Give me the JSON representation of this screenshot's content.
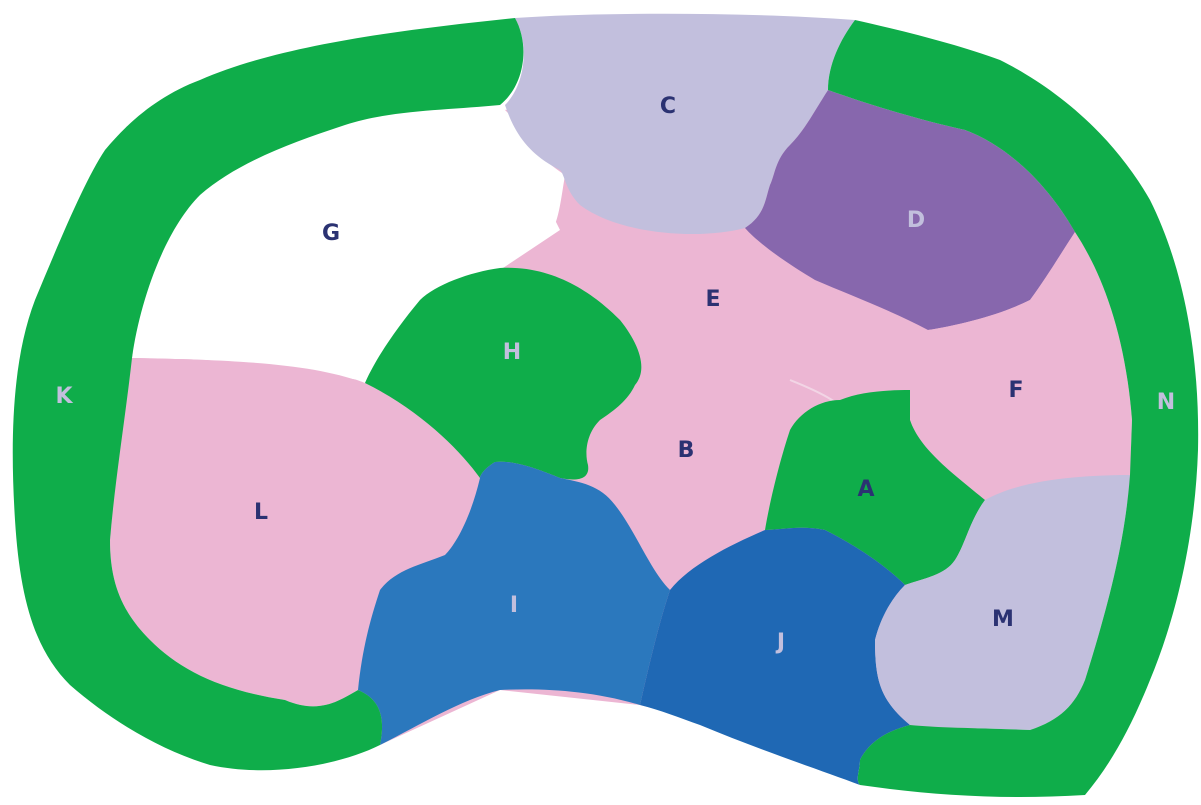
{
  "colors": {
    "green": "#0fad4a",
    "pink": "#ecb6d3",
    "lavender": "#c2bfdd",
    "purple": "#8767ad",
    "blue": "#2b78bd",
    "dark_blue": "#1f68b4",
    "white": "#ffffff",
    "label_dark": "#2b3272",
    "label_light": "#c2bfdd"
  },
  "regions": {
    "A": {
      "label": "A",
      "fill": "green",
      "label_color": "label_dark"
    },
    "B": {
      "label": "B",
      "fill": "pink",
      "label_color": "label_dark"
    },
    "C": {
      "label": "C",
      "fill": "lavender",
      "label_color": "label_dark"
    },
    "D": {
      "label": "D",
      "fill": "purple",
      "label_color": "label_light"
    },
    "E": {
      "label": "E",
      "fill": "pink",
      "label_color": "label_dark"
    },
    "F": {
      "label": "F",
      "fill": "pink",
      "label_color": "label_dark"
    },
    "G": {
      "label": "G",
      "fill": "white",
      "label_color": "label_dark"
    },
    "H": {
      "label": "H",
      "fill": "green",
      "label_color": "label_light"
    },
    "I": {
      "label": "I",
      "fill": "blue",
      "label_color": "label_light"
    },
    "J": {
      "label": "J",
      "fill": "dark_blue",
      "label_color": "label_light"
    },
    "K": {
      "label": "K",
      "fill": "green",
      "label_color": "label_light"
    },
    "L": {
      "label": "L",
      "fill": "pink",
      "label_color": "label_dark"
    },
    "M": {
      "label": "M",
      "fill": "lavender",
      "label_color": "label_dark"
    },
    "N": {
      "label": "N",
      "fill": "green",
      "label_color": "label_light"
    }
  }
}
